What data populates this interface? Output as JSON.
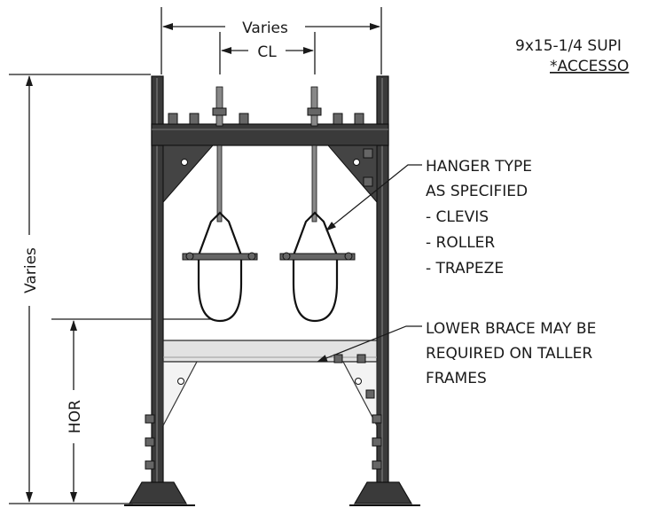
{
  "dimensions": {
    "top_width": "Varies",
    "centerline": "CL",
    "overall_height": "Varies",
    "lower_height": "HOR"
  },
  "title_lines": [
    "9x15-1/4 SUPI",
    "*ACCESSO"
  ],
  "callout_hanger": {
    "lines": [
      "HANGER TYPE",
      "AS SPECIFIED",
      "- CLEVIS",
      "- ROLLER",
      "- TRAPEZE"
    ]
  },
  "callout_brace": {
    "lines": [
      "LOWER BRACE MAY BE",
      "REQUIRED ON TALLER",
      "FRAMES"
    ]
  },
  "colors": {
    "steel": "#3a3a3a",
    "highlight": "#e2e2e2",
    "line": "#1a1a1a"
  }
}
